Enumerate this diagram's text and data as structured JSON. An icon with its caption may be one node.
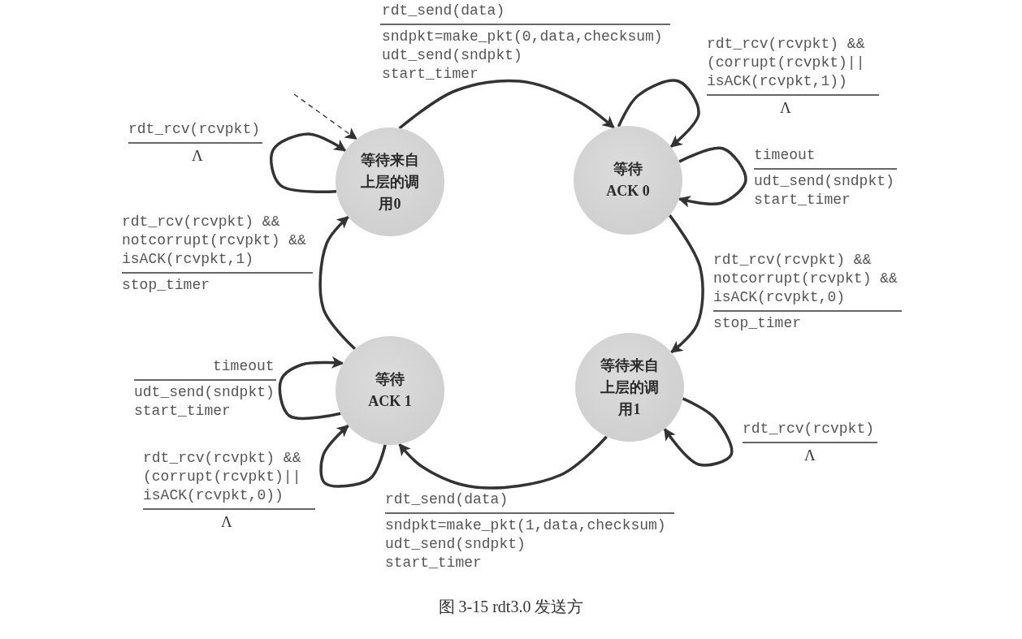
{
  "diagram": {
    "caption": "图 3-15 rdt3.0 发送方",
    "nodes": [
      {
        "text": [
          "等待来自上层的调用0"
        ]
      },
      {
        "text": [
          "等待 ACK 0"
        ]
      },
      {
        "text": [
          "等待 ACK 1"
        ]
      },
      {
        "text": [
          "等待来自上层的调用1"
        ]
      }
    ],
    "edges": [
      {
        "from": null,
        "to": 0,
        "arrow": "to",
        "style": "dashed"
      },
      {
        "from": 0,
        "to": 0,
        "arrow": "to",
        "label": "rdt_rcv(rcvpkt)"
      },
      {
        "from": 0,
        "to": 1,
        "arrow": "to",
        "label": "rdt_send(data)"
      },
      {
        "from": 1,
        "to": 1,
        "arrow": "to",
        "label": "rdt_rcv(rcvpkt) && (corrupt(rcvpkt)|| isACK(rcvpkt,1))"
      },
      {
        "from": 1,
        "to": 1,
        "arrow": "to",
        "label": "timeout"
      },
      {
        "from": 1,
        "to": 3,
        "arrow": "to",
        "label": "rdt_rcv(rcvpkt) && notcorrupt(rcvpkt) && isACK(rcvpkt,0)"
      },
      {
        "from": 3,
        "to": 3,
        "arrow": "to",
        "label": "rdt_rcv(rcvpkt)"
      },
      {
        "from": 3,
        "to": 2,
        "arrow": "to",
        "label": "rdt_send(data)"
      },
      {
        "from": 2,
        "to": 2,
        "arrow": "to",
        "label": "timeout"
      },
      {
        "from": 2,
        "to": 2,
        "arrow": "to",
        "label": "rdt_rcv(rcvpkt) && (corrupt(rcvpkt)|| isACK(rcvpkt,0))"
      },
      {
        "from": 2,
        "to": 0,
        "arrow": "to",
        "label": "rdt_rcv(rcvpkt) && notcorrupt(rcvpkt) && isACK(rcvpkt,1)"
      }
    ],
    "labels": [
      "Λ",
      "sndpkt=make_pkt(0,data,checksum) udt_send(sndpkt) start_timer",
      "Λ",
      "udt_send(sndpkt) start_timer",
      "stop_timer",
      "Λ",
      "sndpkt=make_pkt(1,data,checksum) udt_send(sndpkt) start_timer",
      "udt_send(sndpkt) start_timer",
      "Λ",
      "stop_timer"
    ]
  }
}
